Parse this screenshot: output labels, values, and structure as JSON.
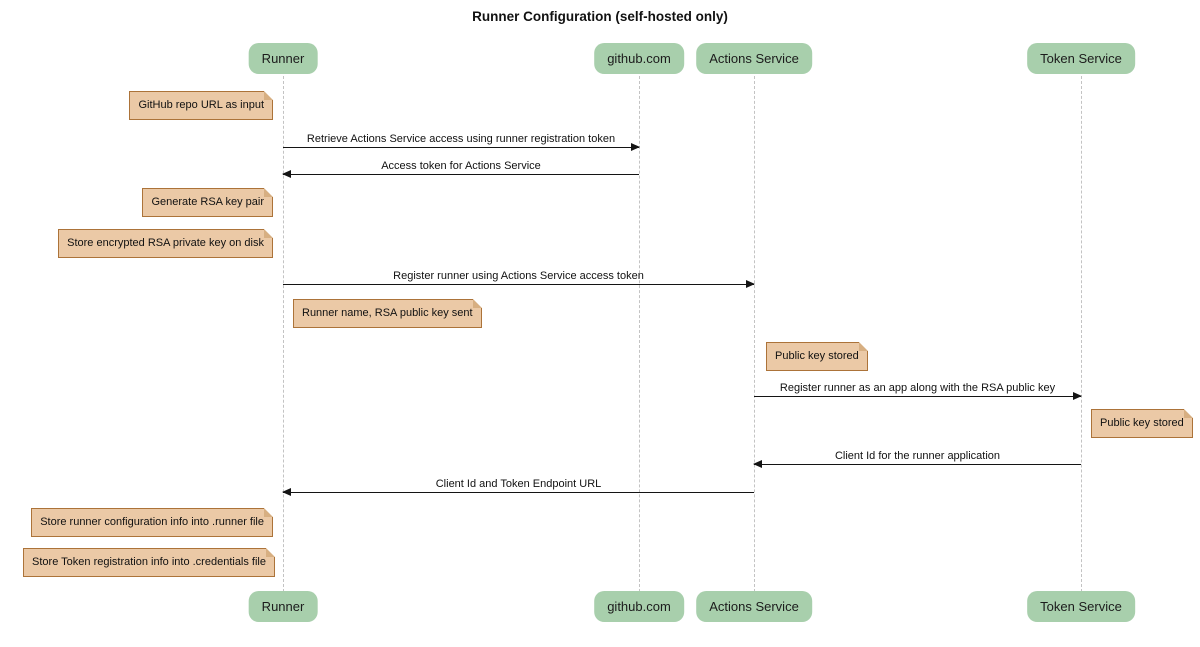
{
  "title": "Runner Configuration (self-hosted only)",
  "diagram_type": "sequence-diagram",
  "colors": {
    "actor_fill": "#a8cfac",
    "note_fill": "#ebc9a6",
    "note_border": "#ac7339",
    "note_fold": "#d7af82",
    "lifeline": "#c3c3c3",
    "arrow": "#141414",
    "bg": "#ffffff"
  },
  "actors": [
    {
      "label": "Runner"
    },
    {
      "label": "github.com"
    },
    {
      "label": "Actions Service"
    },
    {
      "label": "Token Service"
    }
  ],
  "messages": [
    {
      "from": "Runner",
      "to": "github.com",
      "direction": "right",
      "label": "Retrieve Actions Service access using runner registration token"
    },
    {
      "from": "github.com",
      "to": "Runner",
      "direction": "left",
      "label": "Access token for Actions Service"
    },
    {
      "from": "Runner",
      "to": "Actions Service",
      "direction": "right",
      "label": "Register runner using Actions Service access token"
    },
    {
      "from": "Actions Service",
      "to": "Token Service",
      "direction": "right",
      "label": "Register runner as an app along with the RSA public key"
    },
    {
      "from": "Token Service",
      "to": "Actions Service",
      "direction": "left",
      "label": "Client Id for the runner application"
    },
    {
      "from": "Actions Service",
      "to": "Runner",
      "direction": "left",
      "label": "Client Id and Token Endpoint URL"
    }
  ],
  "notes": [
    {
      "label": "GitHub repo URL as input",
      "position": "left of Runner"
    },
    {
      "label": "Generate RSA key pair",
      "position": "left of Runner"
    },
    {
      "label": "Store encrypted RSA private key on disk",
      "position": "left of Runner"
    },
    {
      "label": "Runner name, RSA public key sent",
      "position": "right of Runner"
    },
    {
      "label": "Public key stored",
      "position": "right of Actions Service"
    },
    {
      "label": "Public key stored",
      "position": "right of Token Service"
    },
    {
      "label": "Store runner configuration info into .runner file",
      "position": "left of Runner"
    },
    {
      "label": "Store Token registration info into .credentials file",
      "position": "left of Runner"
    }
  ]
}
